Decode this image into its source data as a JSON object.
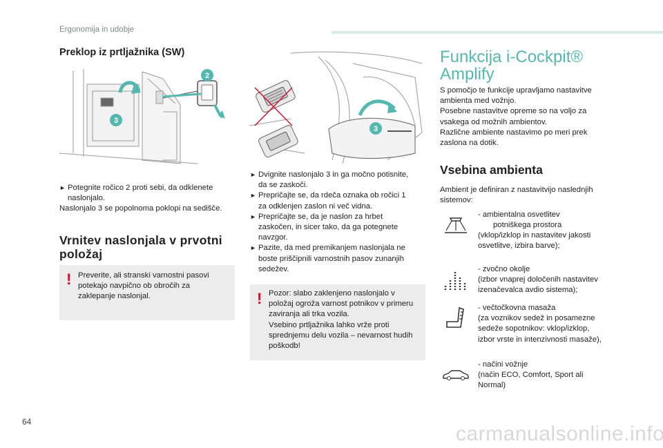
{
  "header": {
    "section": "Ergonomija in udobje"
  },
  "page_number": "64",
  "col1": {
    "heading": "Preklop iz prtljažnika (SW)",
    "badge_a": "2",
    "badge_b": "3",
    "bullet1_line1": "Potegnite ročico 2 proti sebi, da odklenete",
    "bullet1_line2": "naslonjalo.",
    "line_plain": "Naslonjalo 3 se popolnoma poklopi na sedišče.",
    "heading2_line1": "Vrnitev naslonjala v prvotni",
    "heading2_line2": "položaj",
    "warning": {
      "mark": "!",
      "line1": "Preverite, ali stranski varnostni pasovi",
      "line2": "potekajo navpično ob obročih za",
      "line3": "zaklepanje naslonjal."
    }
  },
  "col2": {
    "badge": "3",
    "bullets": [
      {
        "l1": "Dvignite naslonjalo 3 in ga močno potisnite,",
        "l2": "da se zaskoči."
      },
      {
        "l1": "Prepričajte se, da rdeča oznaka ob ročici 1",
        "l2": "za odklenjen zaslon ni več vidna."
      },
      {
        "l1": "Prepričajte se, da je naslon za hrbet",
        "l2": "zaskočen, in sicer tako, da ga potegnete",
        "l3": "navzgor."
      },
      {
        "l1": "Pazite, da med premikanjem naslonjala ne",
        "l2": "boste priščipnili varnostnih pasov zunanjih",
        "l3": "sedežev."
      }
    ],
    "warning": {
      "mark": "!",
      "line1": "Pozor: slabo zaklenjeno naslonjalo v",
      "line2": "položaj ogroža varnost potnikov v primeru",
      "line3": "zaviranja ali trka vozila.",
      "line4": "Vsebino prtljažnika lahko vrže proti",
      "line5": "sprednjemu delu vozila – nevarnost hudih",
      "line6": "poškodb!"
    }
  },
  "col3": {
    "title_line1": "Funkcija i-Cockpit®",
    "title_line2": "Amplify",
    "intro": [
      "S pomočjo te funkcije upravljamo nastavitve",
      "ambienta med vožnjo.",
      "Posebne nastavitve opreme so na voljo za",
      "vsakega od možnih ambientov.",
      "Različne ambiente nastavimo po meri prek",
      "zaslona na dotik."
    ],
    "heading": "Vsebina ambienta",
    "ambient_intro_l1": "Ambient je definiran z nastavitvijo naslednjih",
    "ambient_intro_l2": "sistemov:",
    "items": [
      {
        "icon": "ambient-light-icon",
        "l1": "-   ambientalna osvetlitev",
        "l2": "potniškega prostora",
        "l3": "(vklop/izklop in nastavitev jakosti",
        "l4": "osvetlitve, izbira barve);"
      },
      {
        "icon": "sound-equalizer-icon",
        "l1": "-   zvočno okolje",
        "l2": "(izbor vnaprej določenih nastavitev",
        "l3": "izenačevalca avdio sistema);"
      },
      {
        "icon": "seat-massage-icon",
        "l1": "-   večtočkovna masaža",
        "l2": "(za voznikov sedež in posamezne",
        "l3": "sedeže sopotnikov: vklop/izklop,",
        "l4": "izbor vrste in intenzivnosti masaže),"
      },
      {
        "icon": "car-drive-mode-icon",
        "l1": "-   načini vožnje",
        "l2": "(način ECO, Comfort, Sport ali",
        "l3": "Normal)"
      }
    ]
  },
  "watermark": "carmanualsonline.info",
  "colors": {
    "teal": "#55b8b0",
    "warning_red": "#d3122a",
    "box_grey": "#ececec"
  }
}
